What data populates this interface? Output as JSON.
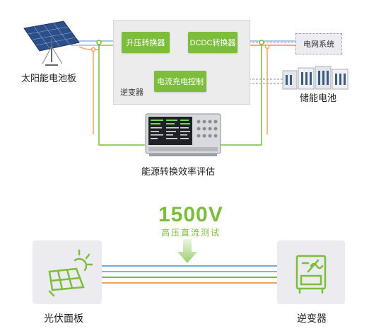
{
  "top_diagram": {
    "solar_panel_label": "太阳能电池板",
    "boost_converter": "升压转换器",
    "dcdc_converter": "DCDC转换器",
    "charge_control": "电流充电控制",
    "inverter_label": "逆变器",
    "grid_label": "电网系统",
    "battery_label": "储能电池",
    "analyzer_label": "能源转换效率评估"
  },
  "bottom_diagram": {
    "voltage": "1500V",
    "test_label": "高压直流测试",
    "pv_panel_label": "光伏面板",
    "inverter_label": "逆变器"
  },
  "colors": {
    "accent_green": "#7cbd3c",
    "wire_blue": "#7aa6d8",
    "wire_orange": "#f4a25a",
    "wire_gray": "#a9a9b8"
  },
  "icons": [
    "solar-panel-icon",
    "inverter-icon",
    "battery-bank-icon",
    "power-analyzer-icon",
    "down-arrow-icon",
    "sun-icon"
  ]
}
